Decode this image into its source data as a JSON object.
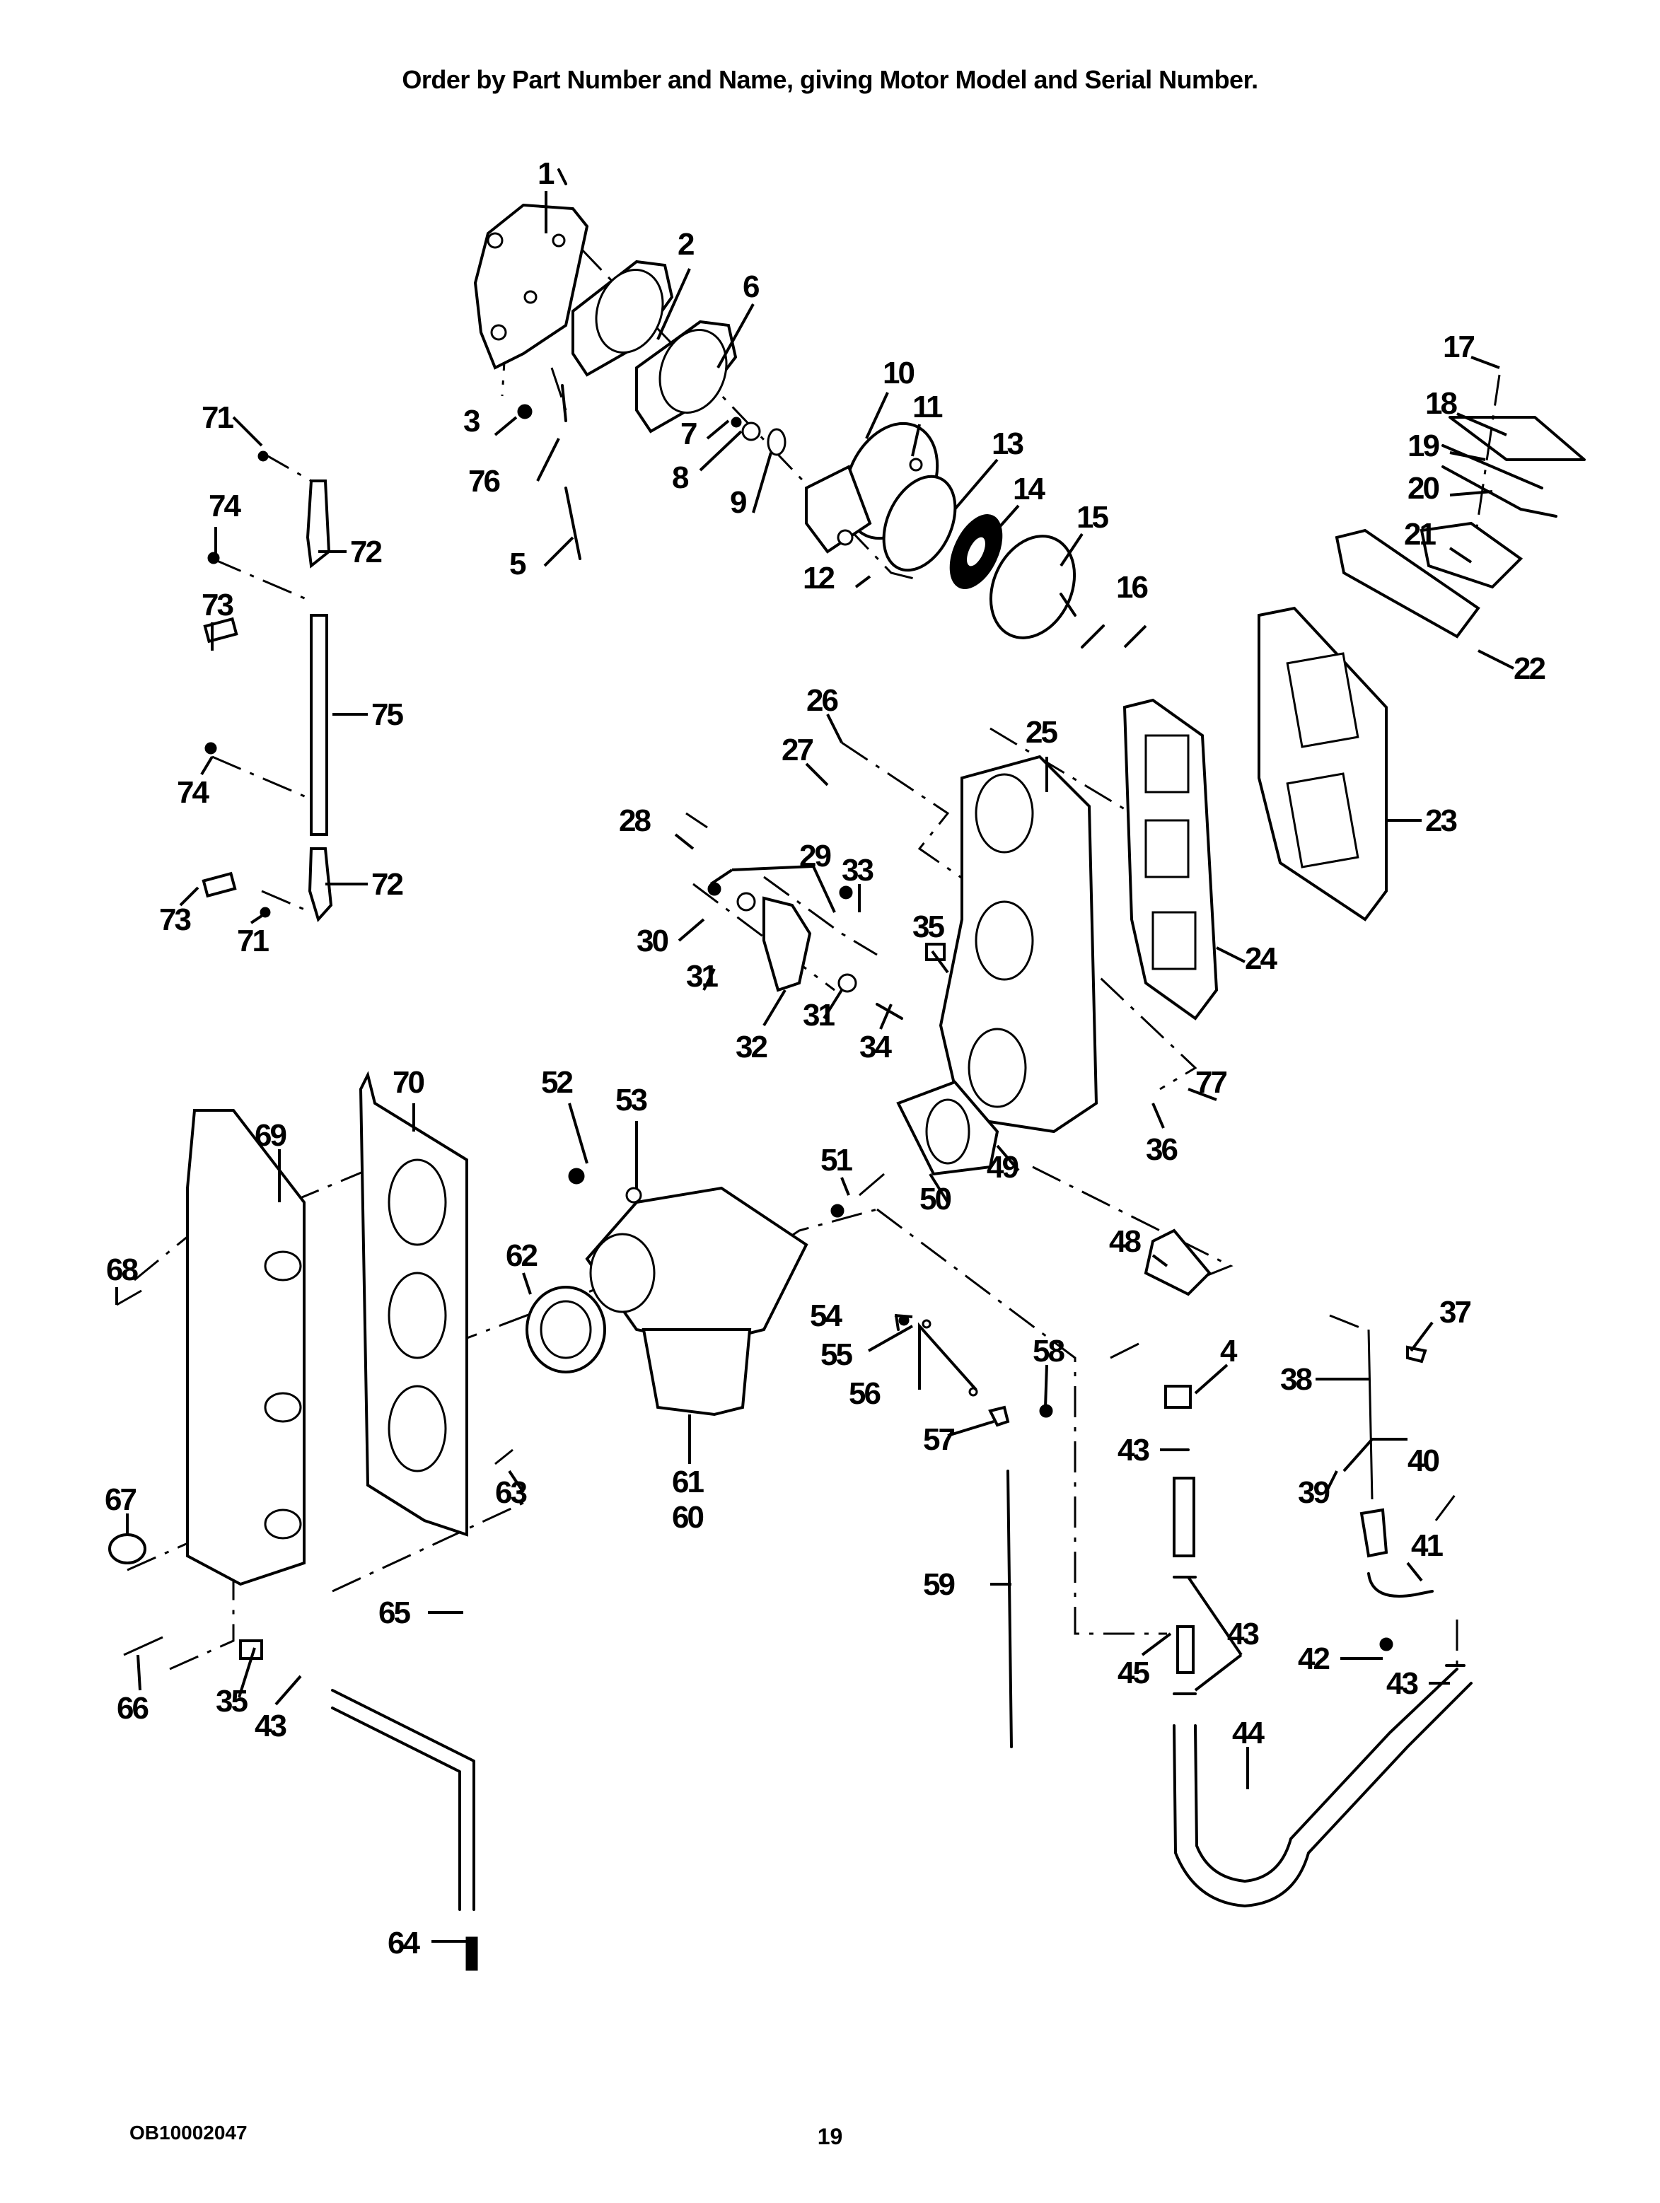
{
  "page": {
    "header": "Order by Part Number and Name, giving Motor Model and Serial Number.",
    "document_code": "OB10002047",
    "page_number": "19"
  },
  "callouts": [
    {
      "label": "1"
    },
    {
      "label": "2"
    },
    {
      "label": "6"
    },
    {
      "label": "10"
    },
    {
      "label": "11"
    },
    {
      "label": "3"
    },
    {
      "label": "76"
    },
    {
      "label": "7"
    },
    {
      "label": "8"
    },
    {
      "label": "9"
    },
    {
      "label": "13"
    },
    {
      "label": "14"
    },
    {
      "label": "15"
    },
    {
      "label": "16"
    },
    {
      "label": "12"
    },
    {
      "label": "5"
    },
    {
      "label": "17"
    },
    {
      "label": "18"
    },
    {
      "label": "19"
    },
    {
      "label": "20"
    },
    {
      "label": "21"
    },
    {
      "label": "22"
    },
    {
      "label": "23"
    },
    {
      "label": "24"
    },
    {
      "label": "25"
    },
    {
      "label": "26"
    },
    {
      "label": "27"
    },
    {
      "label": "28"
    },
    {
      "label": "29"
    },
    {
      "label": "33"
    },
    {
      "label": "30"
    },
    {
      "label": "31"
    },
    {
      "label": "32"
    },
    {
      "label": "31"
    },
    {
      "label": "34"
    },
    {
      "label": "35"
    },
    {
      "label": "77"
    },
    {
      "label": "36"
    },
    {
      "label": "49"
    },
    {
      "label": "50"
    },
    {
      "label": "51"
    },
    {
      "label": "52"
    },
    {
      "label": "53"
    },
    {
      "label": "70"
    },
    {
      "label": "69"
    },
    {
      "label": "68"
    },
    {
      "label": "62"
    },
    {
      "label": "61"
    },
    {
      "label": "60"
    },
    {
      "label": "63"
    },
    {
      "label": "67"
    },
    {
      "label": "66"
    },
    {
      "label": "35"
    },
    {
      "label": "43"
    },
    {
      "label": "65"
    },
    {
      "label": "64"
    },
    {
      "label": "48"
    },
    {
      "label": "54"
    },
    {
      "label": "55"
    },
    {
      "label": "56"
    },
    {
      "label": "57"
    },
    {
      "label": "58"
    },
    {
      "label": "59"
    },
    {
      "label": "4"
    },
    {
      "label": "43"
    },
    {
      "label": "43"
    },
    {
      "label": "45"
    },
    {
      "label": "44"
    },
    {
      "label": "37"
    },
    {
      "label": "38"
    },
    {
      "label": "40"
    },
    {
      "label": "39"
    },
    {
      "label": "41"
    },
    {
      "label": "42"
    },
    {
      "label": "43"
    },
    {
      "label": "71"
    },
    {
      "label": "72"
    },
    {
      "label": "74"
    },
    {
      "label": "73"
    },
    {
      "label": "75"
    },
    {
      "label": "74"
    },
    {
      "label": "72"
    },
    {
      "label": "73"
    },
    {
      "label": "71"
    }
  ]
}
